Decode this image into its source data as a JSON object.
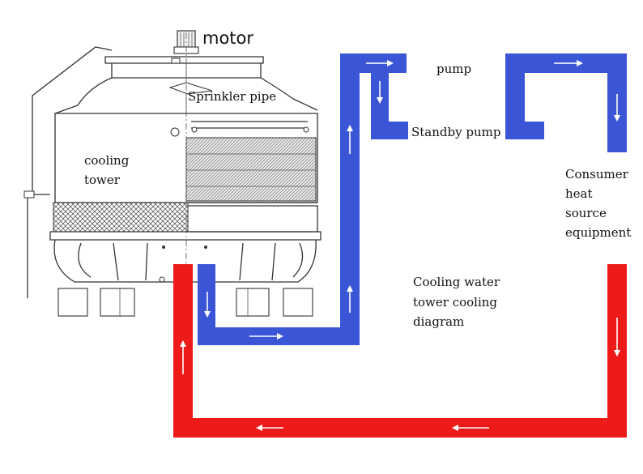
{
  "labels": {
    "motor": "motor",
    "sprinkler_pipe": "Sprinkler pipe",
    "cooling_tower_line1": "cooling",
    "cooling_tower_line2": "tower",
    "pump": "pump",
    "standby_pump": "Standby pump",
    "consumer_line1": "Consumer",
    "consumer_line2": "heat",
    "consumer_line3": "source",
    "consumer_line4": "equipment",
    "title_line1": "Cooling water",
    "title_line2": "tower cooling",
    "title_line3": "diagram"
  },
  "colors": {
    "cold_pipe": "#3a56d6",
    "hot_pipe": "#ee1a1a",
    "flow_arrow": "#ffffff",
    "outline": "#333333"
  }
}
